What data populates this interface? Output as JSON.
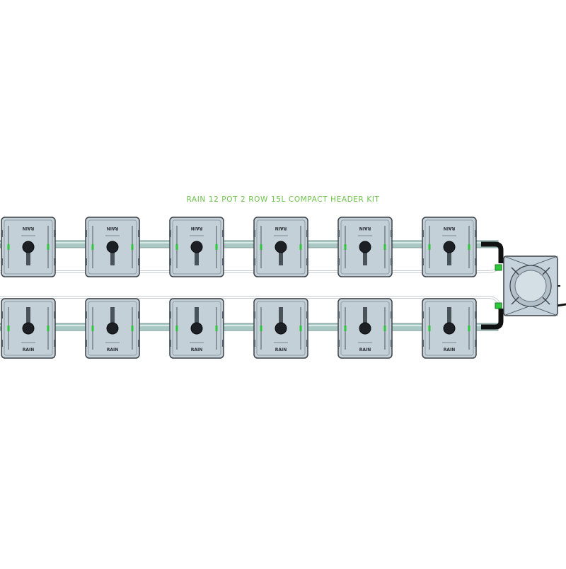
{
  "title": "RAIN 12 POT 2 ROW 15L COMPACT HEADER KIT",
  "pot_label": "RAIN",
  "pots_per_row": 6,
  "rows": 2,
  "colors": {
    "title": "#6cc24a",
    "pot_body": "#c4d0d8",
    "pot_outline": "#3c4248",
    "pipe": "#a9c8c4",
    "hose": "#111111",
    "fitting": "#2ec63a",
    "reservoir": "#c7d3dc"
  },
  "icons": [
    "pot-icon",
    "reservoir-icon",
    "pipe",
    "hose",
    "fitting"
  ]
}
